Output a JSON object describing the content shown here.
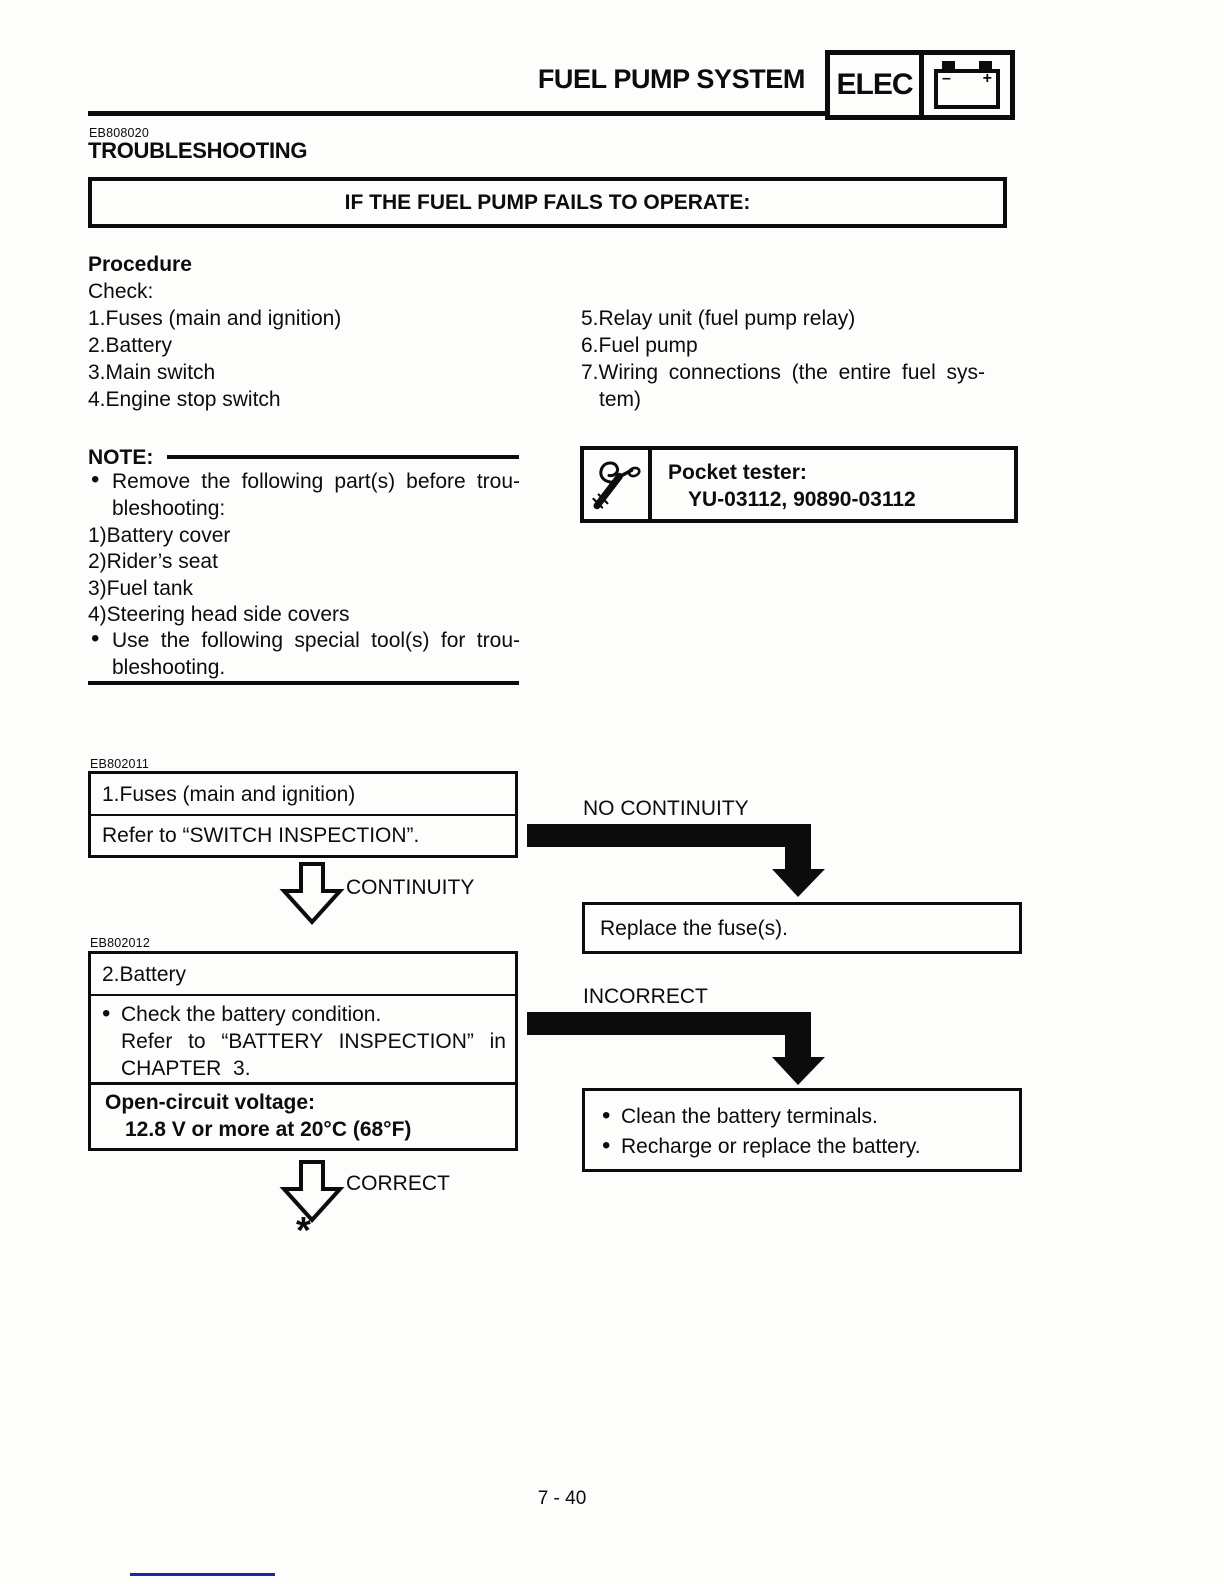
{
  "page": {
    "title": "FUEL PUMP SYSTEM",
    "page_number": "7 - 40",
    "accent_black": "#0c0c0c",
    "footer_mark_color": "#2222aa"
  },
  "header": {
    "system_label": "ELEC",
    "battery_minus": "–",
    "battery_plus": "+"
  },
  "troubleshooting": {
    "code": "EB808020",
    "heading": "TROUBLESHOOTING",
    "condition_banner": "IF THE FUEL PUMP FAILS TO OPERATE:"
  },
  "procedure": {
    "heading": "Procedure",
    "check_label": "Check:",
    "left_items": [
      "1.Fuses (main and ignition)",
      "2.Battery",
      "3.Main switch",
      "4.Engine stop switch"
    ],
    "right_items": [
      "5.Relay unit (fuel pump relay)",
      "6.Fuel pump",
      "7.Wiring connections (the entire fuel sys-",
      "tem)"
    ]
  },
  "note": {
    "label": "NOTE:",
    "bullet1": "Remove the following part(s) before trou-",
    "bullet1_cont": "bleshooting:",
    "parts": [
      "1)Battery cover",
      "2)Rider’s seat",
      "3)Fuel tank",
      "4)Steering head side covers"
    ],
    "bullet2": "Use the following special tool(s) for trou-",
    "bullet2_cont": "bleshooting."
  },
  "special_tool": {
    "name": "Pocket tester:",
    "part_numbers": "YU-03112, 90890-03112"
  },
  "flow_step1": {
    "code": "EB802011",
    "title": "1.Fuses (main and ignition)",
    "instruction": "Refer to “SWITCH INSPECTION”.",
    "fail_label": "NO CONTINUITY",
    "pass_label": "CONTINUITY",
    "fail_action": "Replace the fuse(s)."
  },
  "flow_step2": {
    "code": "EB802012",
    "title": "2.Battery",
    "check_line1": "Check the battery condition.",
    "check_line2": "Refer to “BATTERY INSPECTION” in",
    "check_line3": "CHAPTER  3.",
    "spec_label": "Open-circuit voltage:",
    "spec_value": "12.8 V or more at 20°C (68°F)",
    "fail_label": "INCORRECT",
    "pass_label": "CORRECT",
    "fail_actions": [
      "Clean the battery terminals.",
      "Recharge or replace the battery."
    ],
    "continue_marker": "*"
  }
}
